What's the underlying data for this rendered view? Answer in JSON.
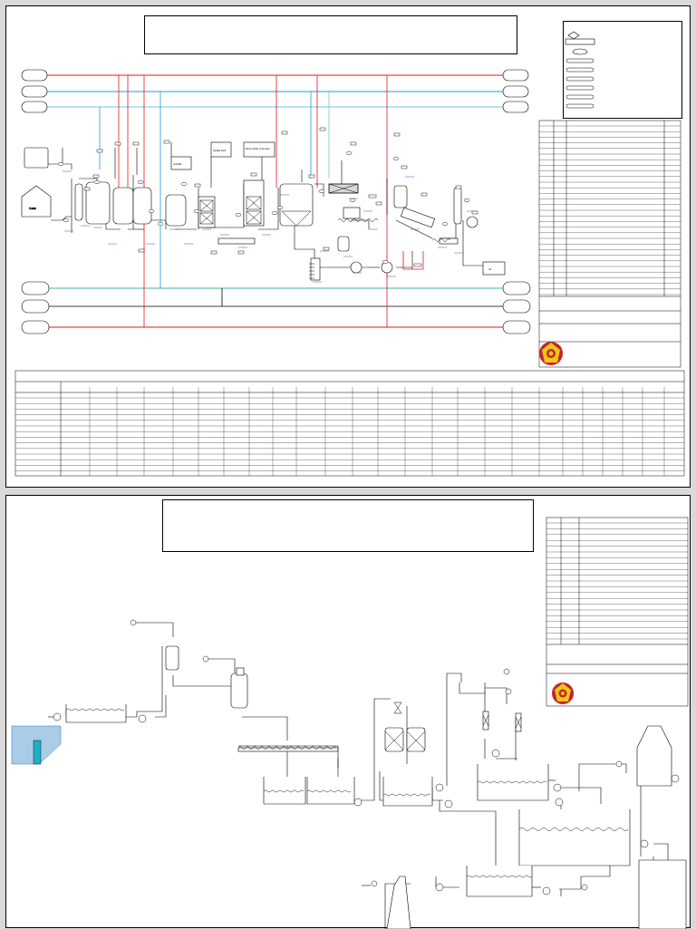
{
  "sheet1": {
    "equipment_labels": {
      "tank_left": "T-100",
      "unit_cacl2": "CaCRL",
      "unit_sulfate": "Sulfate distil",
      "unit_boric": "Boric bubble th furnace",
      "box_right": "Ini"
    }
  },
  "sheet2": {},
  "colors": {
    "steam": "#e8141b",
    "cooling_water": "#1e9bd7",
    "chilled": "#69c8ea",
    "line": "#000000",
    "teal_line": "#3cb0ae",
    "water": "#3a7fbf",
    "emblem_red": "#c0262d",
    "emblem_gold": "#f0c419"
  }
}
